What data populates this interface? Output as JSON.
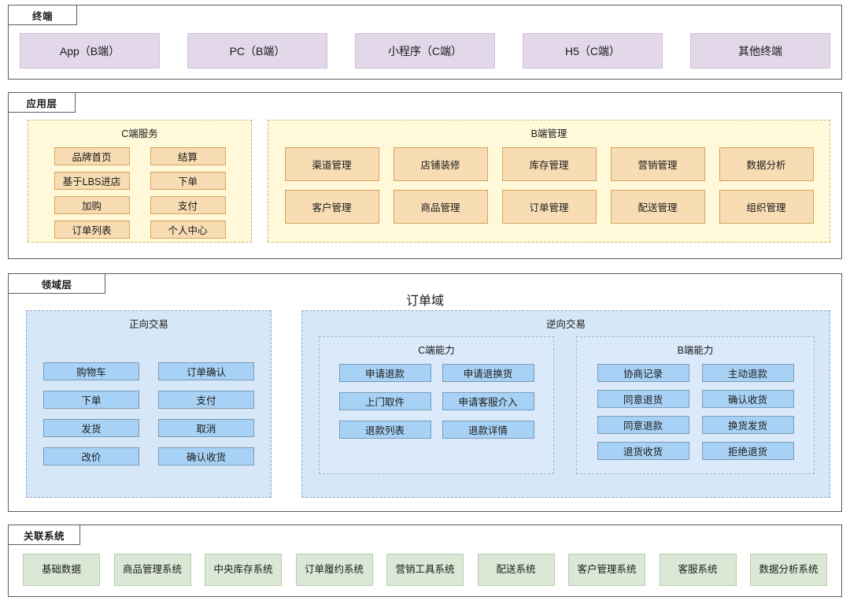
{
  "diagram": {
    "type": "layered-architecture",
    "layers": [
      {
        "id": "terminal",
        "tab_label": "终端",
        "items": [
          "App（B端）",
          "PC（B端）",
          "小程序（C端）",
          "H5（C端）",
          "其他终端"
        ],
        "accent": "#e3d7ea"
      },
      {
        "id": "application",
        "tab_label": "应用层",
        "groups": [
          {
            "title": "C端服务",
            "items": [
              "品牌首页",
              "结算",
              "基于LBS进店",
              "下单",
              "加购",
              "支付",
              "订单列表",
              "个人中心"
            ]
          },
          {
            "title": "B端管理",
            "items": [
              "渠道管理",
              "店铺装修",
              "库存管理",
              "营销管理",
              "数据分析",
              "客户管理",
              "商品管理",
              "订单管理",
              "配送管理",
              "组织管理"
            ]
          }
        ],
        "accent": "#f7dcb4"
      },
      {
        "id": "domain",
        "tab_label": "领域层",
        "title": "订单域",
        "groups": [
          {
            "title": "正向交易",
            "items": [
              "购物车",
              "订单确认",
              "下单",
              "支付",
              "发货",
              "取消",
              "改价",
              "确认收货"
            ]
          },
          {
            "title": "逆向交易",
            "subgroups": [
              {
                "title": "C端能力",
                "items": [
                  "申请退款",
                  "申请退换货",
                  "上门取件",
                  "申请客服介入",
                  "退款列表",
                  "退款详情"
                ]
              },
              {
                "title": "B端能力",
                "items": [
                  "协商记录",
                  "主动退款",
                  "同意退货",
                  "确认收货",
                  "同意退款",
                  "换货发货",
                  "退货收货",
                  "拒绝退货"
                ]
              }
            ]
          }
        ],
        "accent": "#a8d2f5"
      },
      {
        "id": "related",
        "tab_label": "关联系统",
        "items": [
          "基础数据",
          "商品管理系统",
          "中央库存系统",
          "订单履约系统",
          "营销工具系统",
          "配送系统",
          "客户管理系统",
          "客服系统",
          "数据分析系统"
        ],
        "accent": "#dae8d5"
      }
    ]
  }
}
